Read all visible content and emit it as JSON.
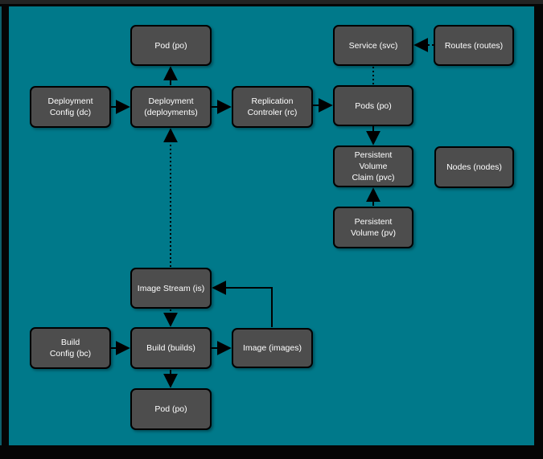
{
  "colors": {
    "frame_background": "#050505",
    "canvas_background": "#00798a",
    "node_fill": "#4d4d4d",
    "node_border": "#000000",
    "node_text": "#ffffff",
    "connector": "#000000"
  },
  "diagram": {
    "nodes": [
      {
        "id": "pod-top",
        "label": "Pod (po)"
      },
      {
        "id": "service",
        "label": "Service (svc)"
      },
      {
        "id": "routes",
        "label": "Routes (routes)"
      },
      {
        "id": "deployment-config",
        "label": "Deployment\nConfig (dc)"
      },
      {
        "id": "deployment",
        "label": "Deployment\n(deployments)"
      },
      {
        "id": "replication-controller",
        "label": "Replication\nControler (rc)"
      },
      {
        "id": "pods",
        "label": "Pods (po)"
      },
      {
        "id": "pvc",
        "label": "Persistent\nVolume\nClaim (pvc)"
      },
      {
        "id": "nodes",
        "label": "Nodes (nodes)"
      },
      {
        "id": "pv",
        "label": "Persistent\nVolume (pv)"
      },
      {
        "id": "image-stream",
        "label": "Image Stream (is)"
      },
      {
        "id": "build-config",
        "label": "Build\nConfig (bc)"
      },
      {
        "id": "build",
        "label": "Build (builds)"
      },
      {
        "id": "image",
        "label": "Image (images)"
      },
      {
        "id": "pod-bottom",
        "label": "Pod (po)"
      }
    ],
    "edges": [
      {
        "from": "deployment-config",
        "to": "deployment",
        "style": "solid",
        "arrow": "to"
      },
      {
        "from": "deployment",
        "to": "pod-top",
        "style": "solid",
        "arrow": "to"
      },
      {
        "from": "deployment",
        "to": "replication-controller",
        "style": "solid",
        "arrow": "to"
      },
      {
        "from": "replication-controller",
        "to": "pods",
        "style": "solid",
        "arrow": "to"
      },
      {
        "from": "routes",
        "to": "service",
        "style": "dotted",
        "arrow": "to"
      },
      {
        "from": "service",
        "to": "pods",
        "style": "dotted",
        "arrow": "none"
      },
      {
        "from": "pods",
        "to": "pvc",
        "style": "solid",
        "arrow": "to"
      },
      {
        "from": "pv",
        "to": "pvc",
        "style": "solid",
        "arrow": "to"
      },
      {
        "from": "image-stream",
        "to": "deployment",
        "style": "dotted",
        "arrow": "to"
      },
      {
        "from": "image-stream",
        "to": "build",
        "style": "dotted",
        "arrow": "to"
      },
      {
        "from": "build-config",
        "to": "build",
        "style": "solid",
        "arrow": "to"
      },
      {
        "from": "build",
        "to": "image",
        "style": "solid",
        "arrow": "to"
      },
      {
        "from": "build",
        "to": "pod-bottom",
        "style": "solid",
        "arrow": "to"
      },
      {
        "from": "image",
        "to": "image-stream",
        "style": "solid",
        "arrow": "to"
      }
    ]
  }
}
